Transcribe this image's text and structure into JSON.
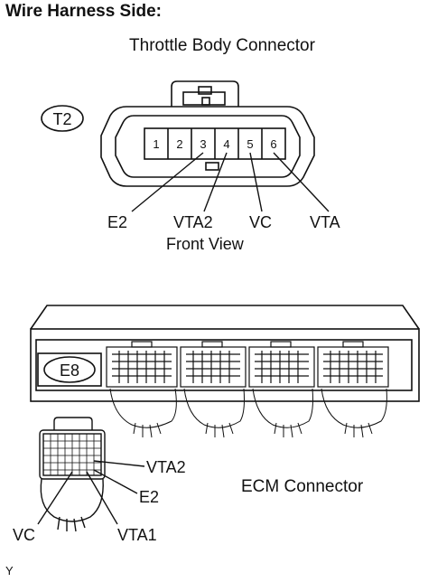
{
  "title": "Wire Harness Side:",
  "throttle_body": {
    "title": "Throttle Body Connector",
    "id_badge": "T2",
    "pins": [
      "1",
      "2",
      "3",
      "4",
      "5",
      "6"
    ],
    "labels": {
      "e2": "E2",
      "vta2": "VTA2",
      "vc": "VC",
      "vta": "VTA"
    },
    "view": "Front View"
  },
  "ecm": {
    "id_badge": "E8",
    "label": "ECM Connector",
    "pin_labels": {
      "vta2": "VTA2",
      "e2": "E2",
      "vc": "VC",
      "vta1": "VTA1"
    }
  },
  "figure_code": "Y"
}
